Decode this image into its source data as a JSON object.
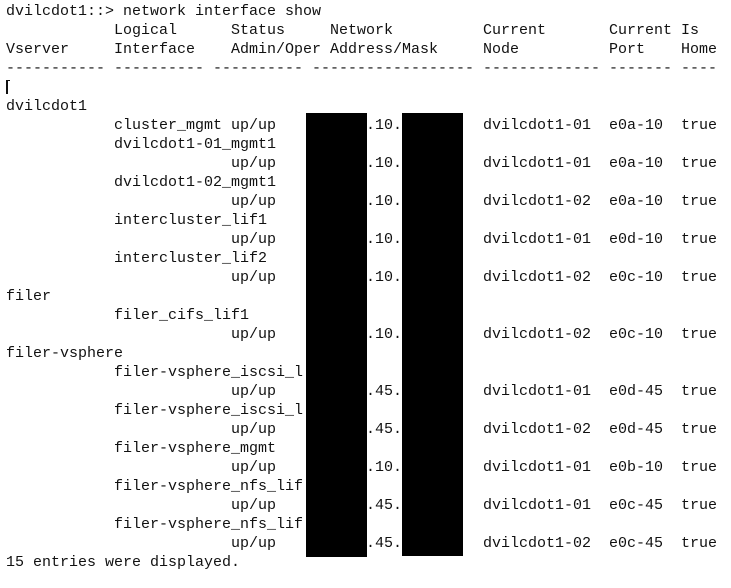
{
  "prompt": "dvilcdot1::> network interface show",
  "headers": {
    "row1": {
      "lif": "Logical",
      "status": "Status",
      "address": "Network",
      "node": "Current",
      "port": "Current",
      "home": "Is"
    },
    "row2": {
      "vserver": "Vserver",
      "lif": "Interface",
      "status": "Admin/Oper",
      "address": "Address/Mask",
      "node": "Node",
      "port": "Port",
      "home": "Home"
    },
    "dashes": [
      "-----------",
      "----------",
      "----------",
      "------------------",
      "-------------",
      "-------",
      "----"
    ]
  },
  "groups": [
    {
      "vserver": "dvilcdot1",
      "rows": [
        {
          "lif": "cluster_mgmt",
          "wrap": false,
          "status": "up/up",
          "address": ".10.",
          "node": "dvilcdot1-01",
          "port": "e0a-10",
          "home": "true"
        },
        {
          "lif": "dvilcdot1-01_mgmt1",
          "wrap": true,
          "status": "up/up",
          "address": ".10.",
          "node": "dvilcdot1-01",
          "port": "e0a-10",
          "home": "true"
        },
        {
          "lif": "dvilcdot1-02_mgmt1",
          "wrap": true,
          "status": "up/up",
          "address": ".10.",
          "node": "dvilcdot1-02",
          "port": "e0a-10",
          "home": "true"
        },
        {
          "lif": "intercluster_lif1",
          "wrap": true,
          "status": "up/up",
          "address": ".10.",
          "node": "dvilcdot1-01",
          "port": "e0d-10",
          "home": "true"
        },
        {
          "lif": "intercluster_lif2",
          "wrap": true,
          "status": "up/up",
          "address": ".10.",
          "node": "dvilcdot1-02",
          "port": "e0c-10",
          "home": "true"
        }
      ]
    },
    {
      "vserver": "filer",
      "rows": [
        {
          "lif": "filer_cifs_lif1",
          "wrap": true,
          "status": "up/up",
          "address": ".10.",
          "node": "dvilcdot1-02",
          "port": "e0c-10",
          "home": "true"
        }
      ]
    },
    {
      "vserver": "filer-vsphere",
      "rows": [
        {
          "lif": "filer-vsphere_iscsi_l",
          "wrap": true,
          "status": "up/up",
          "address": ".45.",
          "node": "dvilcdot1-01",
          "port": "e0d-45",
          "home": "true"
        },
        {
          "lif": "filer-vsphere_iscsi_l",
          "wrap": true,
          "status": "up/up",
          "address": ".45.",
          "node": "dvilcdot1-02",
          "port": "e0d-45",
          "home": "true"
        },
        {
          "lif": "filer-vsphere_mgmt",
          "wrap": true,
          "status": "up/up",
          "address": ".10.",
          "node": "dvilcdot1-01",
          "port": "e0b-10",
          "home": "true"
        },
        {
          "lif": "filer-vsphere_nfs_lif",
          "wrap": true,
          "status": "up/up",
          "address": ".45.",
          "node": "dvilcdot1-01",
          "port": "e0c-45",
          "home": "true"
        },
        {
          "lif": "filer-vsphere_nfs_lif",
          "wrap": true,
          "status": "up/up",
          "address": ".45.",
          "node": "dvilcdot1-02",
          "port": "e0c-45",
          "home": "true"
        }
      ]
    }
  ],
  "footer": "15 entries were displayed.",
  "colors": {
    "background": "#ffffff",
    "text": "#111111",
    "redaction": "#000000"
  }
}
